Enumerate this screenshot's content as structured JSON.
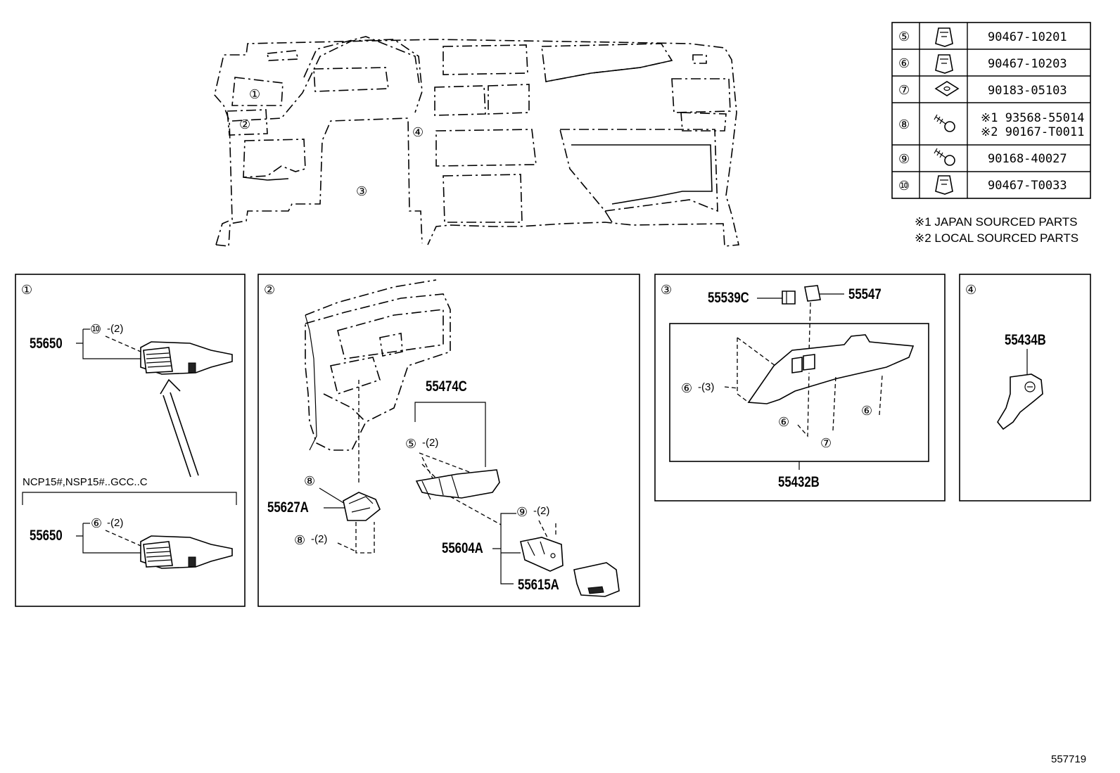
{
  "overview": {
    "callouts": [
      "①",
      "②",
      "③",
      "④"
    ]
  },
  "parts_table": {
    "rows": [
      {
        "ref": "⑤",
        "icon": "clip-icon",
        "part": "90467-10201"
      },
      {
        "ref": "⑥",
        "icon": "clip-icon",
        "part": "90467-10203"
      },
      {
        "ref": "⑦",
        "icon": "nut-icon",
        "part": "90183-05103"
      },
      {
        "ref": "⑧",
        "icon": "screw-icon",
        "part": "※1 93568-55014",
        "part2": "※2 90167-T0011"
      },
      {
        "ref": "⑨",
        "icon": "screw-icon",
        "part": "90168-40027"
      },
      {
        "ref": "⑩",
        "icon": "clip-icon",
        "part": "90467-T0033"
      }
    ],
    "notes": [
      "※1 JAPAN SOURCED PARTS",
      "※2 LOCAL SOURCED PARTS"
    ]
  },
  "panel1": {
    "number": "①",
    "part_a": "55650",
    "callout_a": "⑩",
    "qty_a": "-(2)",
    "variant_label": "NCP15#,NSP15#..GCC..C",
    "part_b": "55650",
    "callout_b": "⑥",
    "qty_b": "-(2)"
  },
  "panel2": {
    "number": "②",
    "p_55474C": "55474C",
    "c5": "⑤",
    "q5": "-(2)",
    "c8a": "⑧",
    "p_55627A": "55627A",
    "c8b": "⑧",
    "q8b": "-(2)",
    "c9": "⑨",
    "q9": "-(2)",
    "p_55604A": "55604A",
    "p_55615A": "55615A"
  },
  "panel3": {
    "number": "③",
    "p_55539C": "55539C",
    "p_55547": "55547",
    "c6a": "⑥",
    "q6a": "-(3)",
    "c6b": "⑥",
    "c7": "⑦",
    "c6c": "⑥",
    "p_55432B": "55432B"
  },
  "panel4": {
    "number": "④",
    "p_55434B": "55434B"
  },
  "footer": {
    "diagram_id": "557719"
  }
}
